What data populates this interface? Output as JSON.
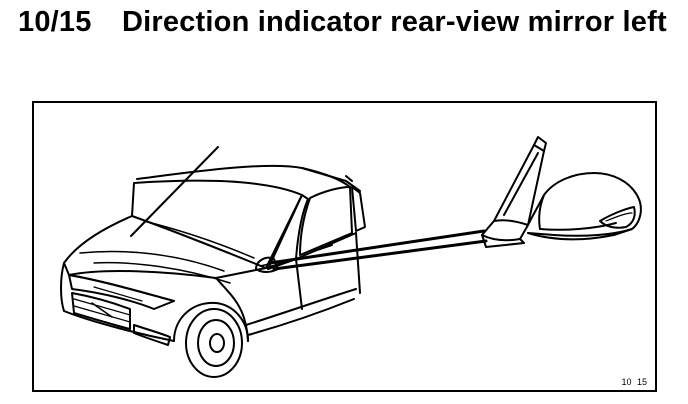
{
  "heading": {
    "section_number": "10/15",
    "title": "Direction indicator rear-view mirror left"
  },
  "figure": {
    "code": "10 15",
    "line_color": "#000000",
    "background_color": "#ffffff"
  }
}
